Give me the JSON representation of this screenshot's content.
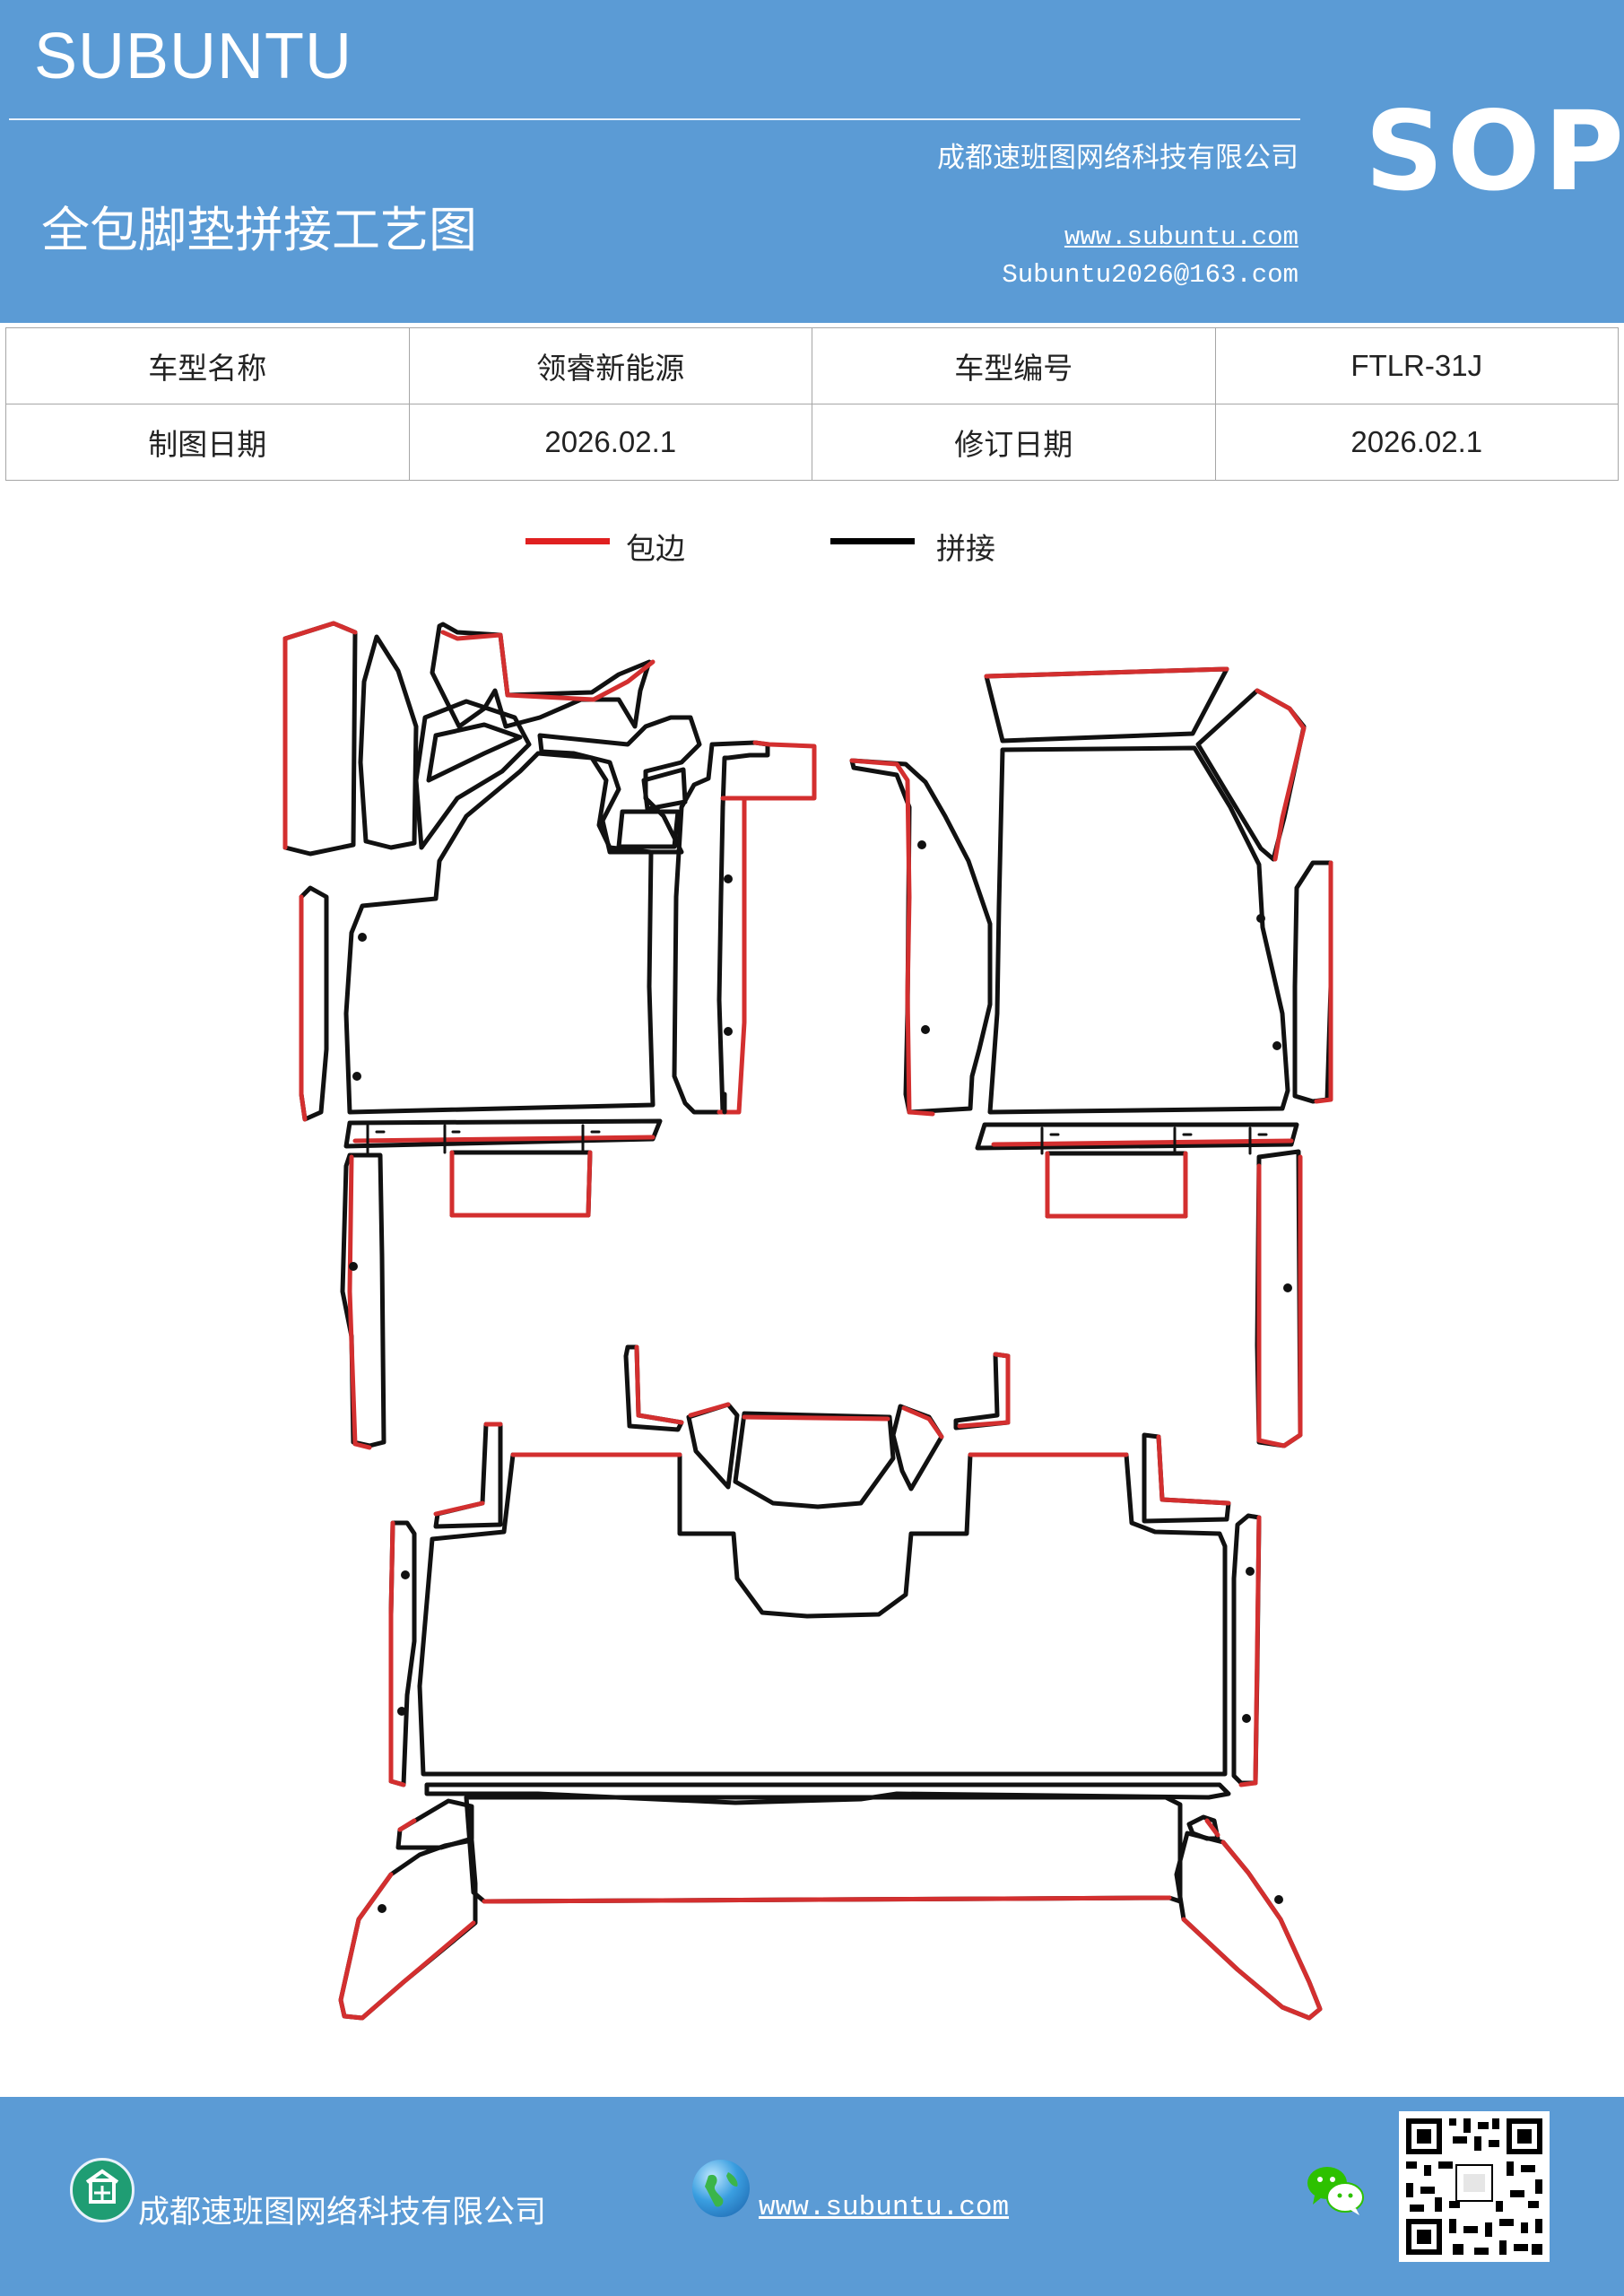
{
  "header": {
    "brand": "SUBUNTU",
    "title": "全包脚垫拼接工艺图",
    "company": "成都速班图网络科技有限公司",
    "website": "www.subuntu.com",
    "email": "Subuntu2026@163.com",
    "badge": "SOP"
  },
  "info_table": {
    "rows": [
      [
        {
          "label": "车型名称",
          "value": "领睿新能源"
        },
        {
          "label": "车型编号",
          "value": "FTLR-31J"
        }
      ],
      [
        {
          "label": "制图日期",
          "value": "2026.02.1"
        },
        {
          "label": "修订日期",
          "value": "2026.02.1"
        }
      ]
    ]
  },
  "legend": {
    "items": [
      {
        "label": "包边",
        "color": "#e02020"
      },
      {
        "label": "拼接",
        "color": "#000000"
      }
    ]
  },
  "colors": {
    "accent": "#5b9bd5",
    "edge": "#d32f2f",
    "seam": "#111111"
  },
  "footer": {
    "company": "成都速班图网络科技有限公司",
    "website": "www.subuntu.com",
    "icons": [
      "company-icon",
      "globe-icon",
      "wechat-icon",
      "qr-code"
    ]
  }
}
